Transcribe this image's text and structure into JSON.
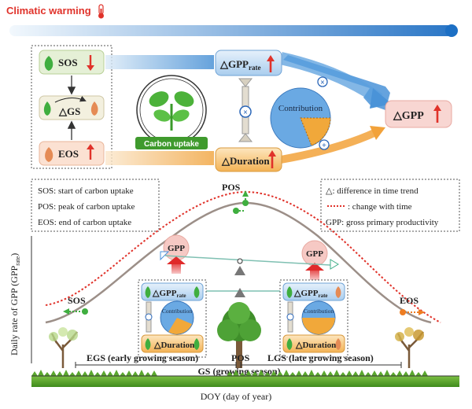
{
  "header": {
    "title": "Climatic warming",
    "colors": {
      "title": "#e0322a",
      "bar_start": "#e9f3fb",
      "bar_end": "#1c6fc4"
    }
  },
  "top_panel": {
    "sos": "SOS",
    "delta_gs": "△GS",
    "eos": "EOS",
    "gpp_rate_main": "△GPP",
    "gpp_rate_sub": "rate",
    "duration": "△Duration",
    "gpp": "△GPP",
    "contribution": "Contribution",
    "carbon_uptake": "Carbon uptake",
    "times_symbol": "×",
    "plus_symbol": "+"
  },
  "legend_left": {
    "sos_def": "SOS: start of carbon uptake",
    "pos_def": "POS: peak of carbon uptake",
    "eos_def": "EOS: end of carbon uptake"
  },
  "legend_right": {
    "delta_def": "△: difference in time trend",
    "trend_def": ": change with time",
    "gpp_def": "GPP: gross primary productivity"
  },
  "curve": {
    "pos": "POS",
    "sos": "SOS",
    "eos": "EOS",
    "gpp_left": "GPP",
    "gpp_right": "GPP",
    "delta_symbol": "△"
  },
  "inset_left": {
    "gpp_rate_main": "△GPP",
    "gpp_rate_sub": "rate",
    "duration": "△Duration",
    "contribution": "Contribution"
  },
  "inset_right": {
    "gpp_rate_main": "△GPP",
    "gpp_rate_sub": "rate",
    "duration": "△Duration",
    "contribution": "Contribution"
  },
  "axes": {
    "ylabel": "Daily rate of GPP (GPP",
    "ylabel_sub": "rate",
    "ylabel_close": ")",
    "xlabel": "DOY (day of year)"
  },
  "seasons": {
    "egs": "EGS (early growing season)",
    "pos": "POS",
    "lgs": "LGS (late growing season)",
    "gs": "GS (growing season)"
  }
}
